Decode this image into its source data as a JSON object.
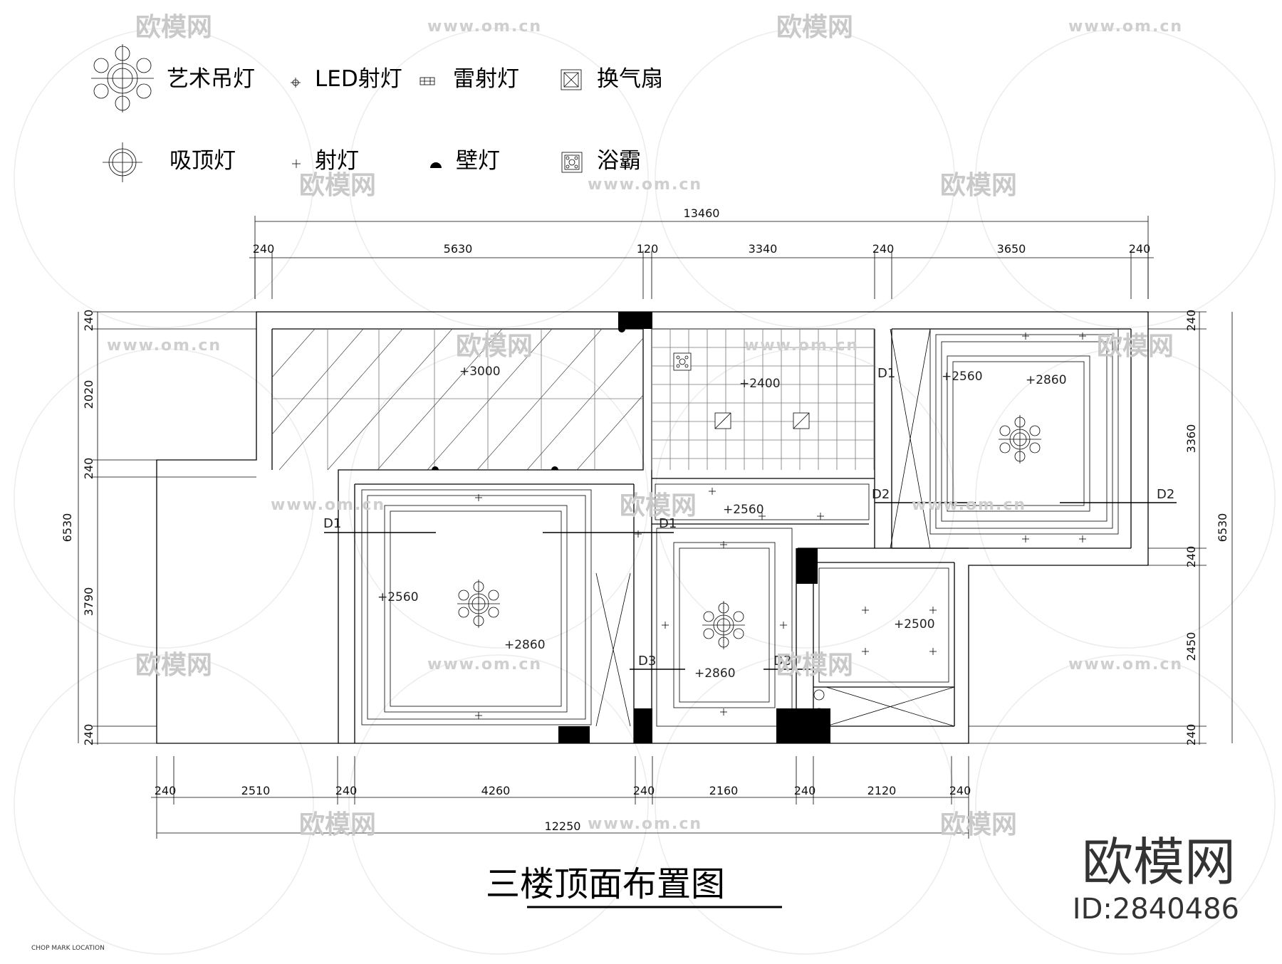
{
  "legend": {
    "items": [
      {
        "label": "艺术吊灯",
        "icon": "art-chandelier-icon"
      },
      {
        "label": "LED射灯",
        "icon": "led-spotlight-icon"
      },
      {
        "label": "雷射灯",
        "icon": "laser-light-icon"
      },
      {
        "label": "换气扇",
        "icon": "ventilation-fan-icon"
      },
      {
        "label": "吸顶灯",
        "icon": "ceiling-light-icon"
      },
      {
        "label": "射灯",
        "icon": "spotlight-icon"
      },
      {
        "label": "壁灯",
        "icon": "wall-lamp-icon"
      },
      {
        "label": "浴霸",
        "icon": "bath-heater-icon"
      }
    ]
  },
  "dimensions": {
    "top_total": "13460",
    "top": [
      "240",
      "5630",
      "120",
      "3340",
      "240",
      "3650",
      "240"
    ],
    "bottom": [
      "240",
      "2510",
      "240",
      "4260",
      "240",
      "2160",
      "240",
      "2120",
      "240"
    ],
    "bottom_total": "12250",
    "left": [
      "240",
      "2020",
      "240",
      "3790",
      "240"
    ],
    "left_total": "6530",
    "right": [
      "240",
      "3360",
      "240",
      "2450",
      "240"
    ],
    "right_total": "6530"
  },
  "elevations": {
    "balcony": "+3000",
    "bath": "+2400",
    "room_ne_outer": "+2560",
    "room_ne_inner": "+2860",
    "corridor": "+2560",
    "room_w_outer": "+2560",
    "room_w_inner": "+2860",
    "room_mid": "+2860",
    "room_se": "+2500"
  },
  "sections": {
    "d1": "D1",
    "d2": "D2",
    "d3": "D3"
  },
  "drawing_title": "三楼顶面布置图",
  "watermark": {
    "text": "欧模网",
    "url": "www.om.cn",
    "id": "ID:2840486"
  },
  "footer_note": "CHOP MARK LOCATION"
}
